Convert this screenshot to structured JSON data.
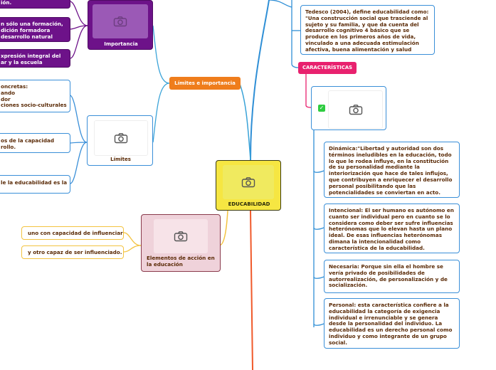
{
  "center": {
    "label": "EDUCABILIDAD"
  },
  "limites_importancia": {
    "label": "Límites e importancia"
  },
  "importancia": {
    "label": "Importancia"
  },
  "limites": {
    "label": "Límites"
  },
  "left_purple": [
    "ión.",
    "n sólo una formación,\ndición formadora\ndesarrollo natural",
    "xpresión integral del\nar y la escuela"
  ],
  "left_blue": [
    "oncretas:\nando\ndor\nciones socio-culturales",
    "os de la capacidad\nrollo.",
    "le la educabilidad es la"
  ],
  "elementos": {
    "label": "Elementos de acción en la educación",
    "items": [
      "uno con capacidad de influenciar",
      "y otro capaz de ser influenciado."
    ]
  },
  "tedesco": "Tedesco (2004), define educabilidad como: \"Una construcción social que trasciende al sujeto y su familia, y que da cuenta del desarrollo cognitivo 4 básico que se produce en los primeros años de vida, vinculado a una adecuada estimulación afectiva, buena alimentación y salud",
  "caracteristicas": {
    "label": "CARACTERÍSTICAS",
    "items": [
      "Dinámica:\"Libertad y autoridad son dos términos ineludibles en la educación, todo lo que le rodea influye, en la constitución de su personalidad mediante la interiorización que hace de tales influjos, que contribuyen a enriquecer el desarrollo personal posibilitando que las potencialidades se conviertan en acto.",
      "Intencional: El ser humano es autónomo en cuanto ser individual pero en cuanto se lo considera como deber ser sufre influencias heterónomas que lo elevan hasta un plano ideal. De esas influencias heterónomas dimana la intencionalidad como característica de la educabilidad.",
      "Necesaria: Porque sin ella el hombre se vería privado de posibilidades de autorrealización, de personalización y de socialización.",
      "Personal: esta característica confiere a la educabilidad la categoría de exigencia individual e irrenunciable y se genera desde la personalidad del individuo. La educabilidad es un derecho personal como individuo y como integrante de un grupo social."
    ]
  },
  "colors": {
    "center": "#f6e642",
    "purple": "#6d1289",
    "blue": "#3a8fd8",
    "orange": "#ef7d1c",
    "pink": "#e8216e",
    "elementos": "#efd2da",
    "yellow_border": "#f3c340",
    "text_brown": "#5a2a06"
  },
  "icons": [
    "camera-icon",
    "checkmark-icon"
  ]
}
